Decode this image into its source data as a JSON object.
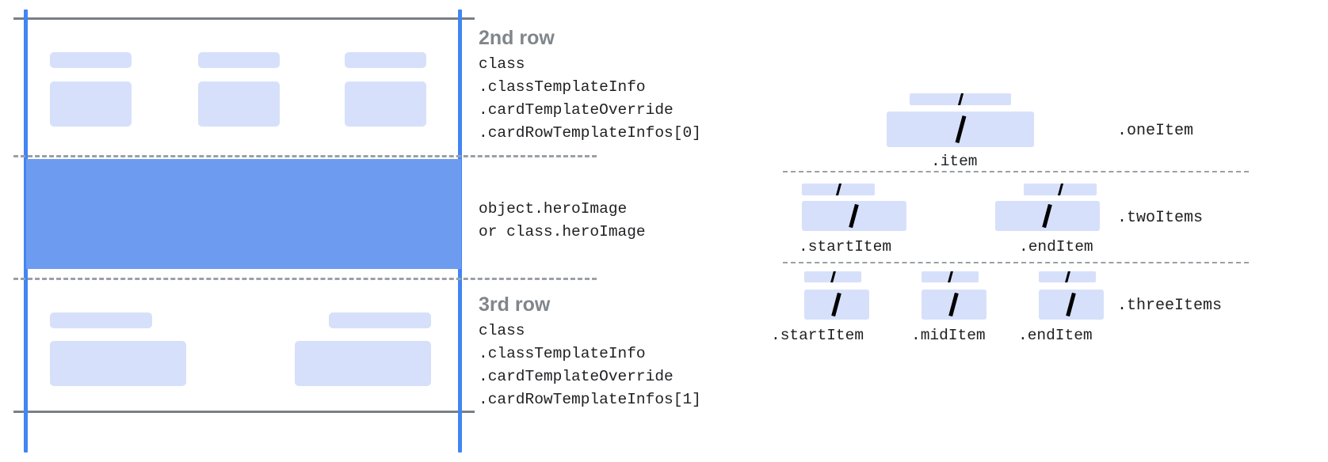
{
  "diagram": {
    "left_panel": {
      "rows": [
        {
          "title": "2nd row",
          "code_lines": [
            "class",
            ".classTemplateInfo",
            ".cardTemplateOverride",
            ".cardRowTemplateInfos[0]"
          ]
        },
        {
          "title": "",
          "code_lines": [
            "object.heroImage",
            "or class.heroImage"
          ]
        },
        {
          "title": "3rd row",
          "code_lines": [
            "class",
            ".classTemplateInfo",
            ".cardTemplateOverride",
            ".cardRowTemplateInfos[1]"
          ]
        }
      ]
    },
    "right_panel": {
      "groups": [
        {
          "name": ".oneItem",
          "item_labels": [
            ".item"
          ]
        },
        {
          "name": ".twoItems",
          "item_labels": [
            ".startItem",
            ".endItem"
          ]
        },
        {
          "name": ".threeItems",
          "item_labels": [
            ".startItem",
            ".midItem",
            ".endItem"
          ]
        }
      ]
    },
    "colors": {
      "hero_blue": "#6c9bf0",
      "placeholder_blue": "#d7e0fa",
      "guide_blue": "#4285f4",
      "rule_gray": "#7a7f87",
      "dash_gray": "#9aa0a6",
      "title_gray": "#80868b",
      "code_black": "#202124"
    }
  }
}
